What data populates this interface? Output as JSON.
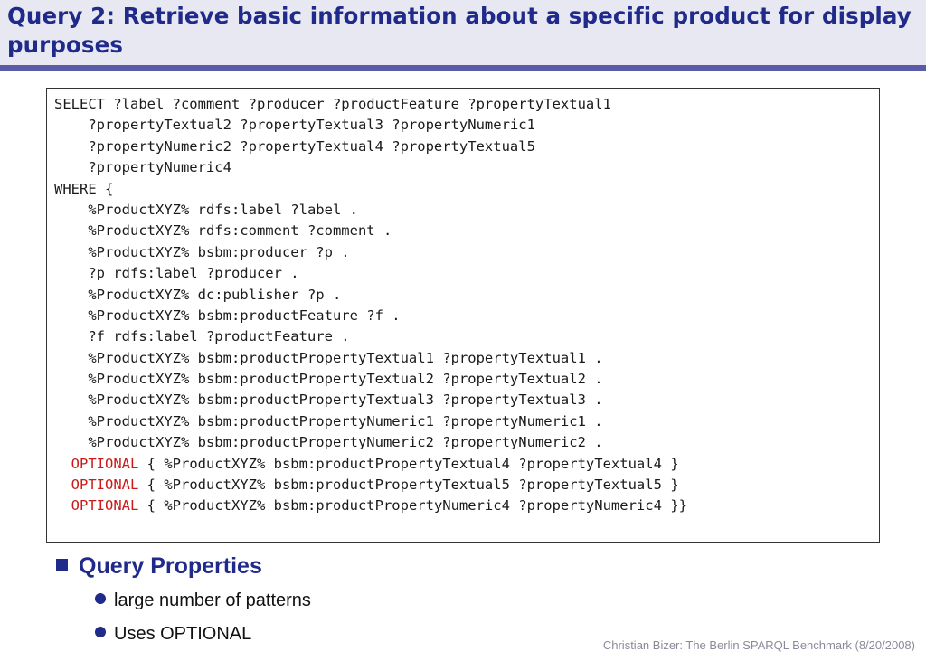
{
  "slide": {
    "title": "Query 2: Retrieve basic information about a specific product for display purposes",
    "code_lines": [
      {
        "pre": "SELECT ?label ?comment ?producer ?productFeature ?propertyTextual1",
        "opt": "",
        "post": ""
      },
      {
        "pre": "    ?propertyTextual2 ?propertyTextual3 ?propertyNumeric1",
        "opt": "",
        "post": ""
      },
      {
        "pre": "    ?propertyNumeric2 ?propertyTextual4 ?propertyTextual5",
        "opt": "",
        "post": ""
      },
      {
        "pre": "    ?propertyNumeric4",
        "opt": "",
        "post": ""
      },
      {
        "pre": "WHERE {",
        "opt": "",
        "post": ""
      },
      {
        "pre": "    %ProductXYZ% rdfs:label ?label .",
        "opt": "",
        "post": ""
      },
      {
        "pre": "    %ProductXYZ% rdfs:comment ?comment .",
        "opt": "",
        "post": ""
      },
      {
        "pre": "    %ProductXYZ% bsbm:producer ?p .",
        "opt": "",
        "post": ""
      },
      {
        "pre": "    ?p rdfs:label ?producer .",
        "opt": "",
        "post": ""
      },
      {
        "pre": "    %ProductXYZ% dc:publisher ?p .",
        "opt": "",
        "post": ""
      },
      {
        "pre": "    %ProductXYZ% bsbm:productFeature ?f .",
        "opt": "",
        "post": ""
      },
      {
        "pre": "    ?f rdfs:label ?productFeature .",
        "opt": "",
        "post": ""
      },
      {
        "pre": "    %ProductXYZ% bsbm:productPropertyTextual1 ?propertyTextual1 .",
        "opt": "",
        "post": ""
      },
      {
        "pre": "    %ProductXYZ% bsbm:productPropertyTextual2 ?propertyTextual2 .",
        "opt": "",
        "post": ""
      },
      {
        "pre": "    %ProductXYZ% bsbm:productPropertyTextual3 ?propertyTextual3 .",
        "opt": "",
        "post": ""
      },
      {
        "pre": "    %ProductXYZ% bsbm:productPropertyNumeric1 ?propertyNumeric1 .",
        "opt": "",
        "post": ""
      },
      {
        "pre": "    %ProductXYZ% bsbm:productPropertyNumeric2 ?propertyNumeric2 .",
        "opt": "",
        "post": ""
      },
      {
        "pre": "  ",
        "opt": "OPTIONAL",
        "post": " { %ProductXYZ% bsbm:productPropertyTextual4 ?propertyTextual4 }"
      },
      {
        "pre": "  ",
        "opt": "OPTIONAL",
        "post": " { %ProductXYZ% bsbm:productPropertyTextual5 ?propertyTextual5 }"
      },
      {
        "pre": "  ",
        "opt": "OPTIONAL",
        "post": " { %ProductXYZ% bsbm:productPropertyNumeric4 ?propertyNumeric4 }}"
      }
    ],
    "section_heading": "Query Properties",
    "bullets": [
      "large number of patterns",
      "Uses OPTIONAL"
    ],
    "footer": "Christian Bizer: The Berlin SPARQL Benchmark (8/20/2008)",
    "colors": {
      "title": "#1f2a8a",
      "title_band": "#e8e8f2",
      "title_rule": "#5a5aa8",
      "optional_keyword": "#cc1a1a",
      "bullet": "#1f2a8a"
    }
  }
}
